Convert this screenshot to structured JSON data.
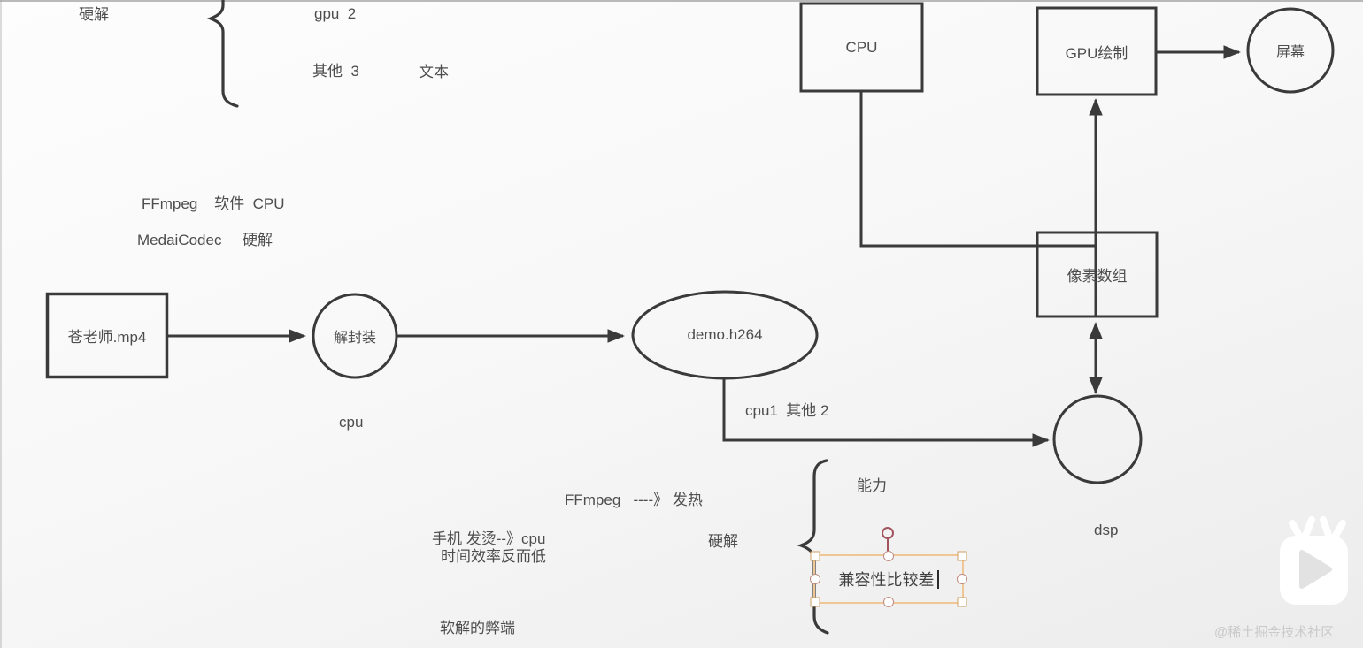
{
  "app": {
    "type": "whiteboard-presentation-canvas"
  },
  "colors": {
    "ink": "#3a3a3a",
    "text": "#4d4d4d",
    "selection_border": "#f0c794",
    "handle_square": "#cf9f63",
    "handle_circle": "#c08a7e",
    "rotate_handle": "#a2545e",
    "watermark": "#c8c8c8",
    "logo": "#ffffff"
  },
  "nodes": {
    "mp4_file": {
      "label": "苍老师.mp4",
      "shape": "rectangle"
    },
    "demux": {
      "label": "解封装",
      "shape": "circle"
    },
    "h264": {
      "label": "demo.h264",
      "shape": "ellipse"
    },
    "cpu": {
      "label": "CPU",
      "shape": "rectangle"
    },
    "gpu_draw": {
      "label": "GPU绘制",
      "shape": "rectangle"
    },
    "screen": {
      "label": "屏幕",
      "shape": "circle"
    },
    "pixel_array": {
      "label": "像素数组",
      "shape": "rectangle"
    },
    "dsp": {
      "label": "dsp",
      "shape": "circle"
    }
  },
  "annotations": {
    "hard_decode_top": "硬解",
    "gpu_2": "gpu  2",
    "other_3": "其他  3",
    "text_note": "文本",
    "ffmpeg_software_cpu": "FFmpeg    软件  CPU",
    "mediacodec_hard": "MedaiCodec     硬解",
    "cpu_under_demux": "cpu",
    "cpu1_other_2": "cpu1  其他 2",
    "ffmpeg_heat": "FFmpeg   ----》 发热",
    "phone_hot_cpu": "手机 发烫--》cpu",
    "time_efficiency_low": "时间效率反而低",
    "hard_decode_mid": "硬解",
    "capability": "能力",
    "soft_decode_drawback": "软解的弊端"
  },
  "selection": {
    "text": "兼容性比较差"
  },
  "logo": {
    "icon": "tv-play-logo"
  },
  "watermark": {
    "text": "@稀土掘金技术社区"
  }
}
